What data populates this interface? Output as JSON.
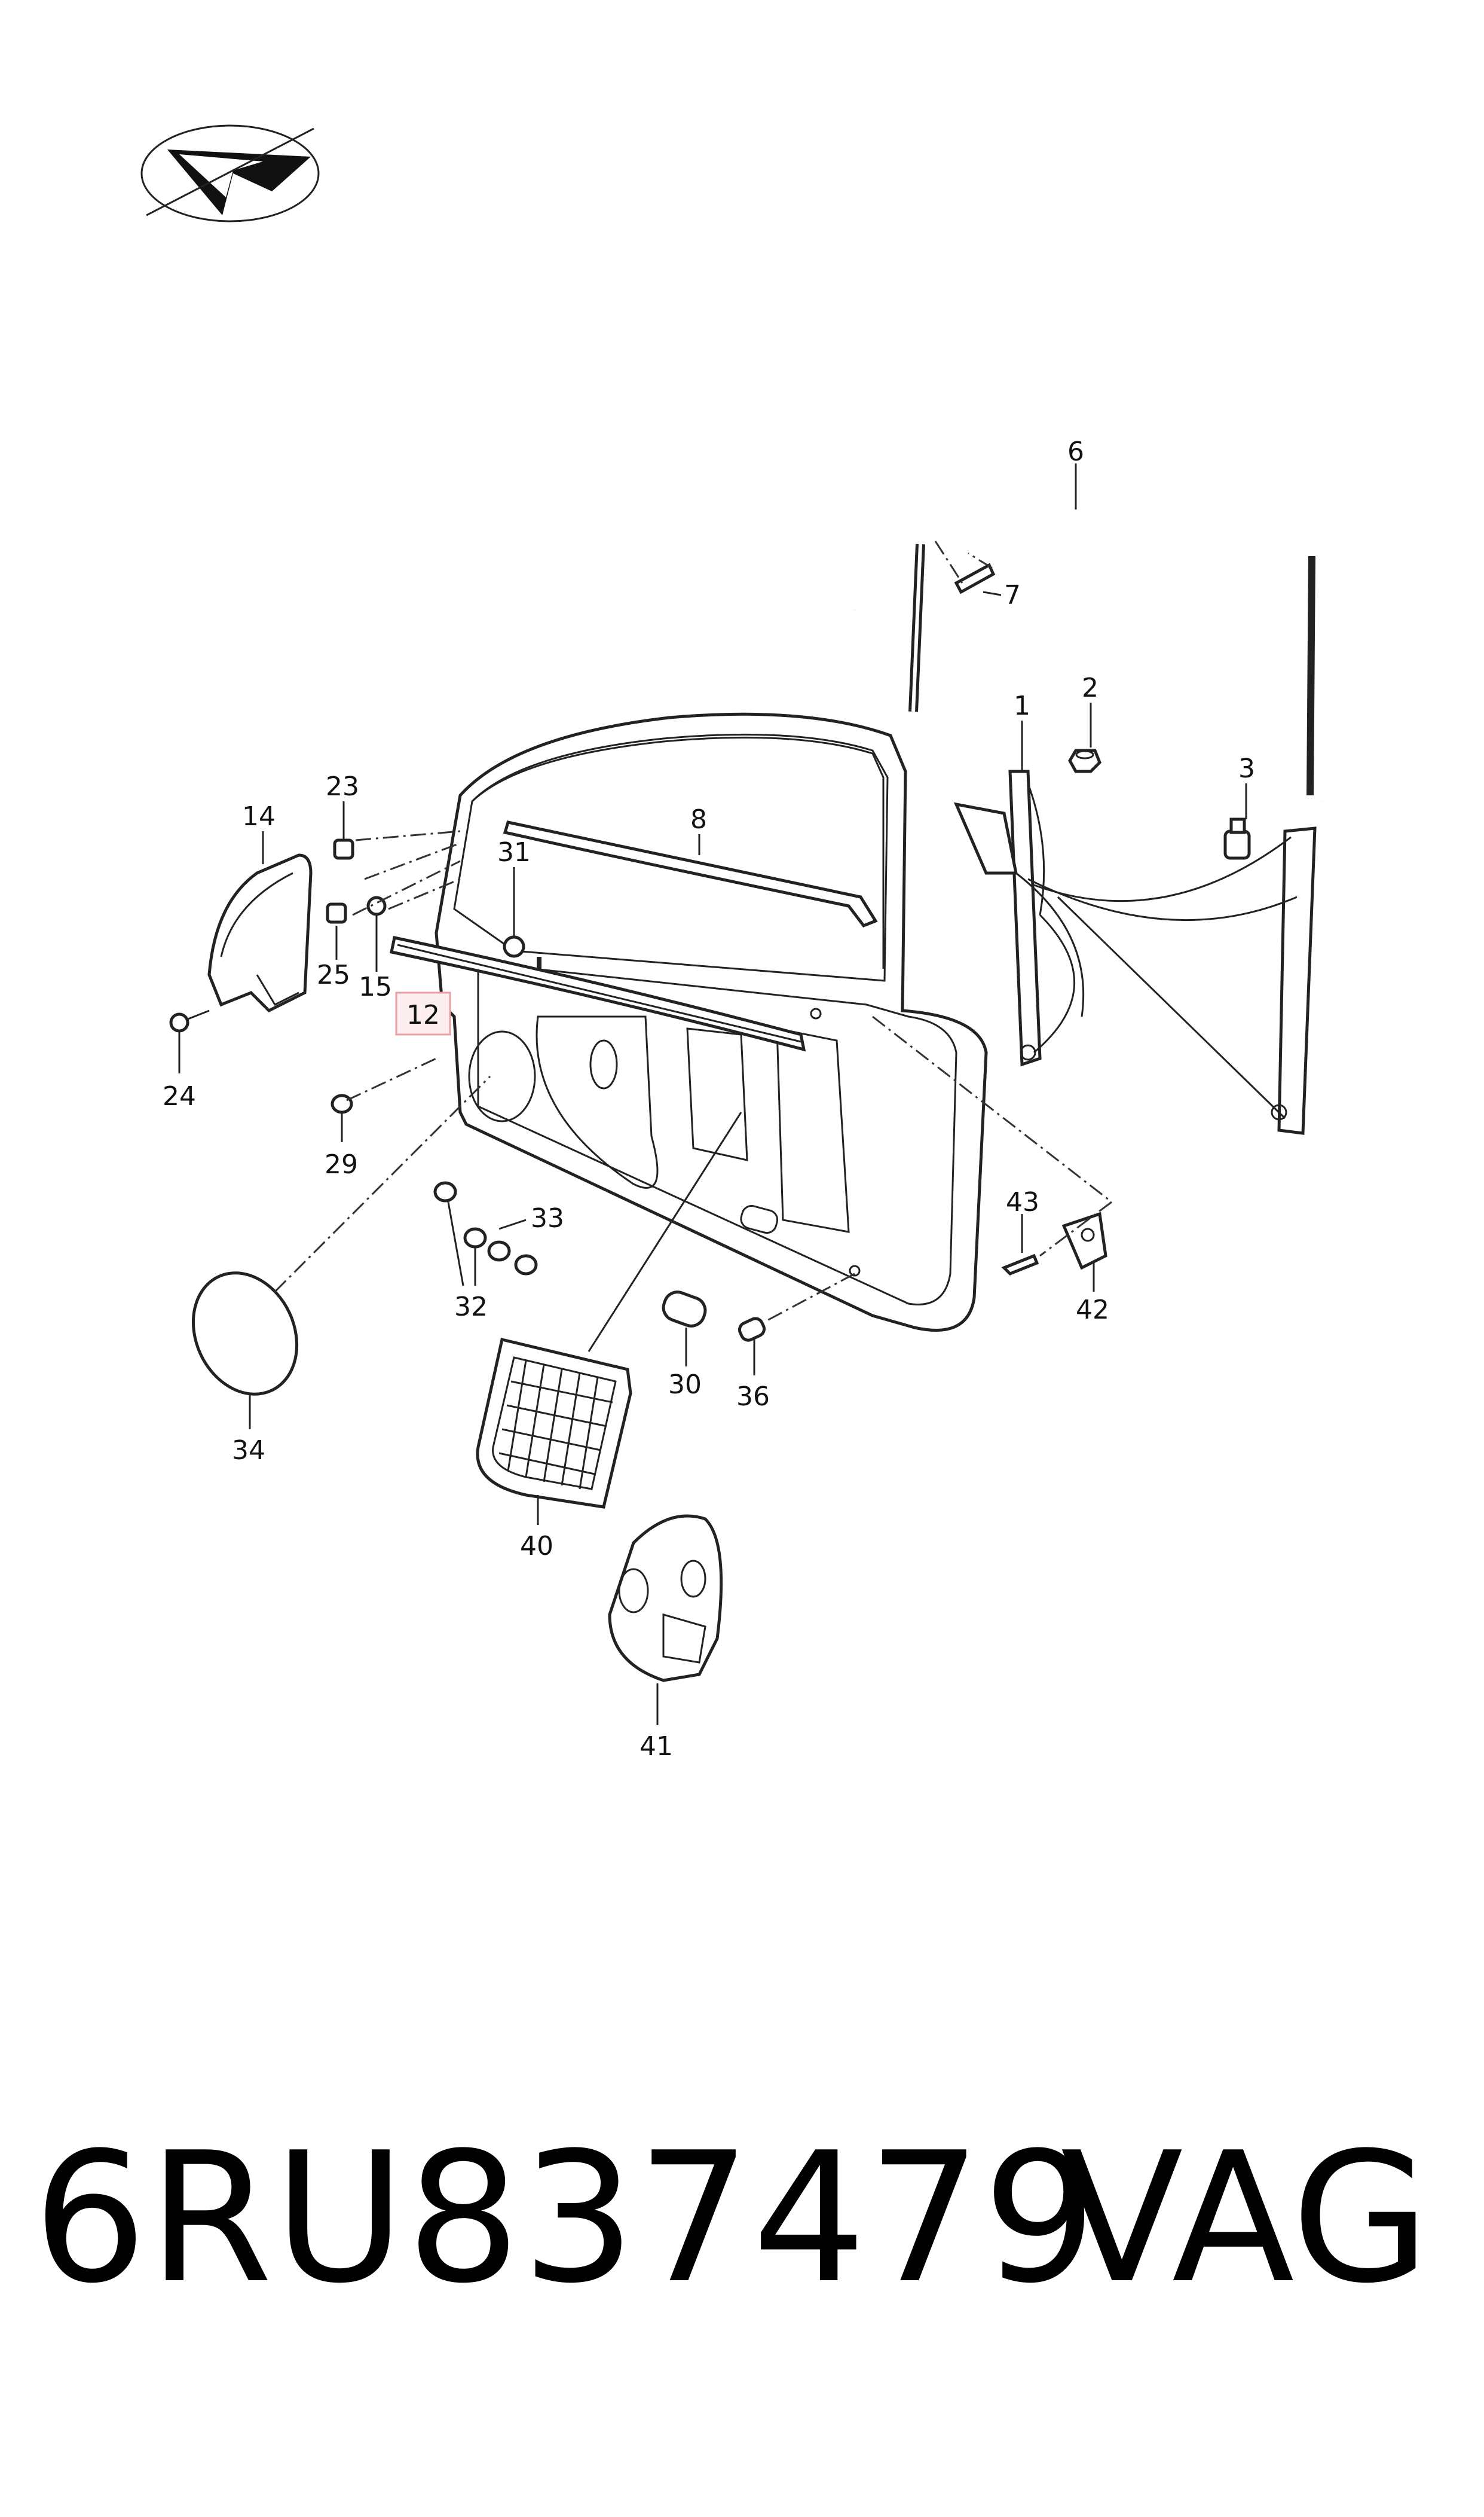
{
  "labels": {
    "p1": "1",
    "p2": "2",
    "p3": "3",
    "p6": "6",
    "p7": "7",
    "p8": "8",
    "p12": "12",
    "p14": "14",
    "p15": "15",
    "p23": "23",
    "p24": "24",
    "p25": "25",
    "p29": "29",
    "p30": "30",
    "p31": "31",
    "p32": "32",
    "p33": "33",
    "p34": "34",
    "p36": "36",
    "p40": "40",
    "p41": "41",
    "p42": "42",
    "p43": "43"
  },
  "footer": {
    "part_number": "6RU837479",
    "brand": "VAG"
  },
  "highlight_color": "#e8a0a8",
  "icons": {
    "logo": "paper-plane-logo-icon"
  }
}
